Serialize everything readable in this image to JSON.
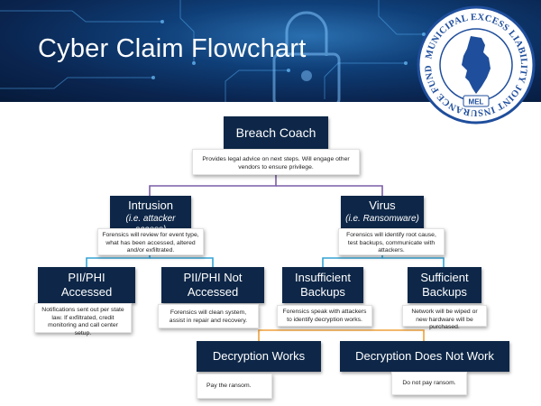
{
  "header": {
    "title": "Cyber Claim Flowchart"
  },
  "seal": {
    "ring_text": "MUNICIPAL EXCESS LIABILITY JOINT INSURANCE FUND",
    "badge": "MEL"
  },
  "nodes": {
    "breach_coach": {
      "title": "Breach Coach",
      "note": "Provides legal advice on next steps. Will engage other vendors to ensure privilege."
    },
    "intrusion": {
      "title": "Intrusion",
      "subtitle": "(i.e. attacker access)",
      "note": "Forensics will review for event type, what has been accessed, altered and/or exfiltrated."
    },
    "virus": {
      "title": "Virus",
      "subtitle": "(i.e. Ransomware)",
      "note": "Forensics will identify root cause, test backups, communicate with attackers."
    },
    "pii_accessed": {
      "title_line1": "PII/PHI",
      "title_line2": "Accessed",
      "note": "Notifications sent out per state law. If exfiltrated, credit monitoring and call center setup."
    },
    "pii_not_accessed": {
      "title_line1": "PII/PHI Not",
      "title_line2": "Accessed",
      "note": "Forensics will clean system, assist in repair and recovery."
    },
    "insufficient_backups": {
      "title_line1": "Insufficient",
      "title_line2": "Backups",
      "note": "Forensics speak with attackers to identify decryption works."
    },
    "sufficient_backups": {
      "title_line1": "Sufficient",
      "title_line2": "Backups",
      "note": "Network will be wiped or new hardware will be purchased."
    },
    "decryption_works": {
      "title": "Decryption Works",
      "note": "Pay the ransom."
    },
    "decryption_not_work": {
      "title": "Decryption Does Not Work",
      "note": "Do not pay ransom."
    }
  },
  "colors": {
    "box_fill": "#0e2748",
    "line_level1": "#7b5ea7",
    "line_level2": "#35a4d6",
    "line_level3": "#f0a13a",
    "header_dark": "#0a2550",
    "seal_blue": "#1f4e9c"
  }
}
